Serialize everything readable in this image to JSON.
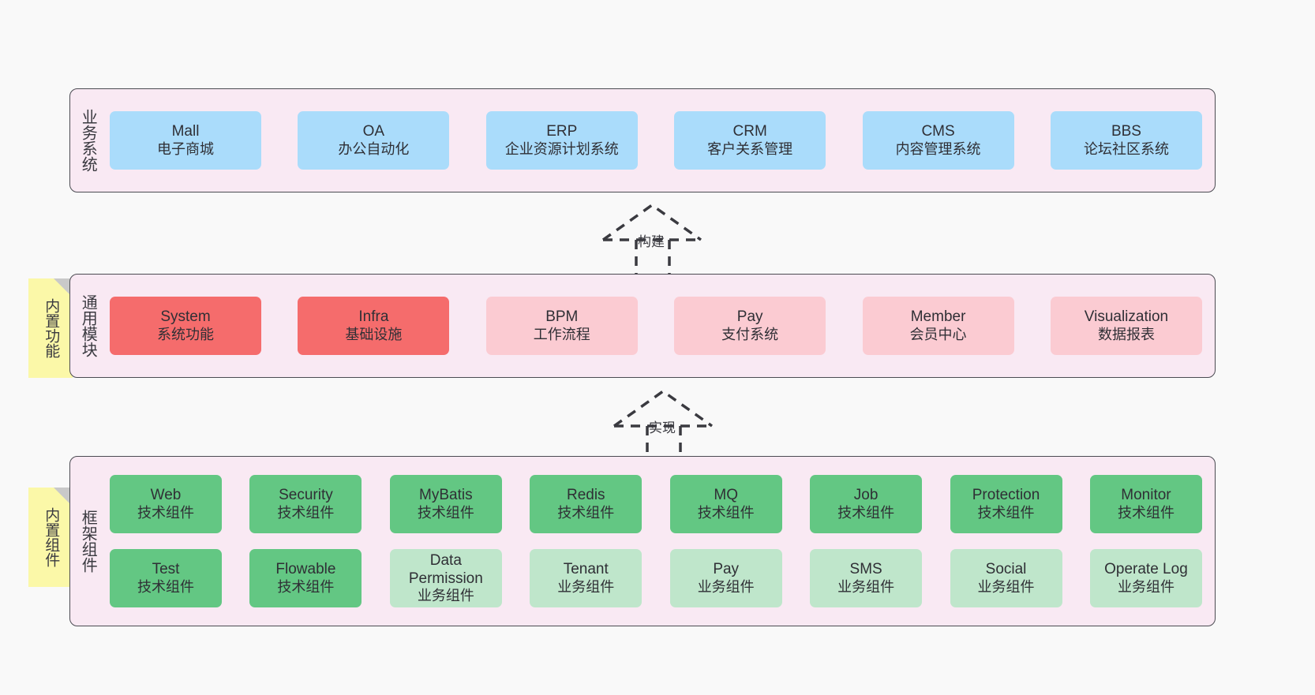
{
  "diagram": {
    "background": "#f9f9f9",
    "panel_bg": "#f9e9f3",
    "panel_border": "#4b4b52",
    "colors": {
      "business": "#aadcfb",
      "module_core": "#f56c6c",
      "module_optional": "#fbcbd2",
      "component_tech": "#63c783",
      "component_biz": "#bfe6cb",
      "note": "#fbf8a8",
      "note_fold": "#c9c9c9"
    }
  },
  "layers": {
    "business": {
      "title": "业务系统",
      "items": [
        {
          "en": "Mall",
          "cn": "电子商城"
        },
        {
          "en": "OA",
          "cn": "办公自动化"
        },
        {
          "en": "ERP",
          "cn": "企业资源计划系统"
        },
        {
          "en": "CRM",
          "cn": "客户关系管理"
        },
        {
          "en": "CMS",
          "cn": "内容管理系统"
        },
        {
          "en": "BBS",
          "cn": "论坛社区系统"
        }
      ]
    },
    "modules": {
      "title": "通用模块",
      "note": "内置功能",
      "items": [
        {
          "en": "System",
          "cn": "系统功能",
          "variant": "core"
        },
        {
          "en": "Infra",
          "cn": "基础设施",
          "variant": "core"
        },
        {
          "en": "BPM",
          "cn": "工作流程",
          "variant": "optional"
        },
        {
          "en": "Pay",
          "cn": "支付系统",
          "variant": "optional"
        },
        {
          "en": "Member",
          "cn": "会员中心",
          "variant": "optional"
        },
        {
          "en": "Visualization",
          "cn": "数据报表",
          "variant": "optional"
        }
      ]
    },
    "framework": {
      "title": "框架组件",
      "note": "内置组件",
      "row_tech": [
        {
          "en": "Web",
          "cn": "技术组件"
        },
        {
          "en": "Security",
          "cn": "技术组件"
        },
        {
          "en": "MyBatis",
          "cn": "技术组件"
        },
        {
          "en": "Redis",
          "cn": "技术组件"
        },
        {
          "en": "MQ",
          "cn": "技术组件"
        },
        {
          "en": "Job",
          "cn": "技术组件"
        },
        {
          "en": "Protection",
          "cn": "技术组件"
        },
        {
          "en": "Monitor",
          "cn": "技术组件"
        }
      ],
      "row_biz": [
        {
          "en": "Test",
          "cn": "技术组件",
          "variant": "tech"
        },
        {
          "en": "Flowable",
          "cn": "技术组件",
          "variant": "tech"
        },
        {
          "en": "Data Permission",
          "cn": "业务组件",
          "variant": "biz"
        },
        {
          "en": "Tenant",
          "cn": "业务组件",
          "variant": "biz"
        },
        {
          "en": "Pay",
          "cn": "业务组件",
          "variant": "biz"
        },
        {
          "en": "SMS",
          "cn": "业务组件",
          "variant": "biz"
        },
        {
          "en": "Social",
          "cn": "业务组件",
          "variant": "biz"
        },
        {
          "en": "Operate Log",
          "cn": "业务组件",
          "variant": "biz"
        }
      ]
    }
  },
  "connectors": {
    "build": {
      "label": "构建"
    },
    "implement": {
      "label": "实现"
    }
  }
}
